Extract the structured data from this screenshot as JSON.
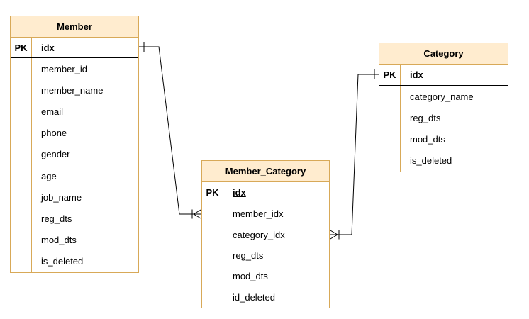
{
  "colors": {
    "entity_header_fill": "#ffeccf",
    "entity_border": "#d8a958",
    "relationship_line": "#000000",
    "pk_divider": "#000000",
    "background": "#ffffff",
    "text": "#000000"
  },
  "entities": [
    {
      "name": "Member",
      "pk_label": "PK",
      "pk_field": "idx",
      "fields": [
        "member_id",
        "member_name",
        "email",
        "phone",
        "gender",
        "age",
        "job_name",
        "reg_dts",
        "mod_dts",
        "is_deleted"
      ]
    },
    {
      "name": "Member_Category",
      "pk_label": "PK",
      "pk_field": "idx",
      "fields": [
        "member_idx",
        "category_idx",
        "reg_dts",
        "mod_dts",
        "id_deleted"
      ]
    },
    {
      "name": "Category",
      "pk_label": "PK",
      "pk_field": "idx",
      "fields": [
        "category_name",
        "reg_dts",
        "mod_dts",
        "is_deleted"
      ]
    }
  ],
  "relationships": [
    {
      "from_entity": "Member",
      "from_field": "idx",
      "from_cardinality": "one",
      "to_entity": "Member_Category",
      "to_field": "member_idx",
      "to_cardinality": "many"
    },
    {
      "from_entity": "Category",
      "from_field": "idx",
      "from_cardinality": "one",
      "to_entity": "Member_Category",
      "to_field": "category_idx",
      "to_cardinality": "many"
    }
  ]
}
